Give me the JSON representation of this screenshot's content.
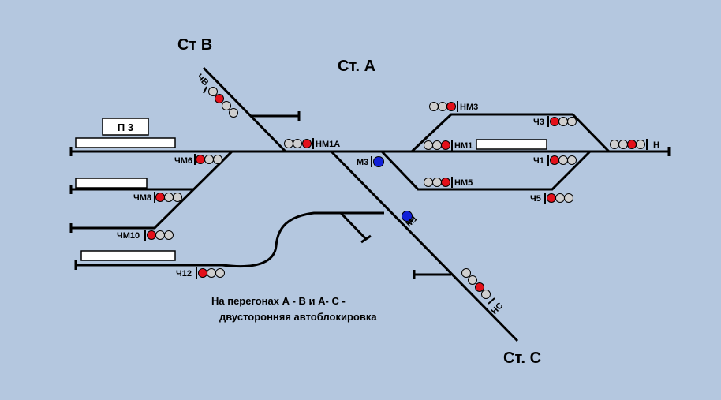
{
  "stations": {
    "b": "Ст В",
    "a": "Ст. А",
    "c": "Ст. С"
  },
  "platform_label": "П 3",
  "note": {
    "line1": "На перегонах А - В и А- С  -",
    "line2": "двусторонняя автоблокировка"
  },
  "signals": {
    "chv": "ЧВ",
    "nm1a": "НМ1А",
    "chm6": "ЧМ6",
    "chm8": "ЧМ8",
    "chm10": "ЧМ10",
    "ch12": "Ч12",
    "m3": "М3",
    "m1": "М1",
    "nm3": "НМ3",
    "nm1": "НМ1",
    "nm5": "НМ5",
    "ch3": "Ч3",
    "ch1": "Ч1",
    "ch5": "Ч5",
    "n": "Н",
    "nc": "НС"
  },
  "colors": {
    "background": "#b4c7df",
    "red_lamp": "#e3101a",
    "grey_lamp": "#cfcfcf",
    "blue_lamp": "#1020d8",
    "track": "#000000",
    "platform": "#ffffff"
  }
}
